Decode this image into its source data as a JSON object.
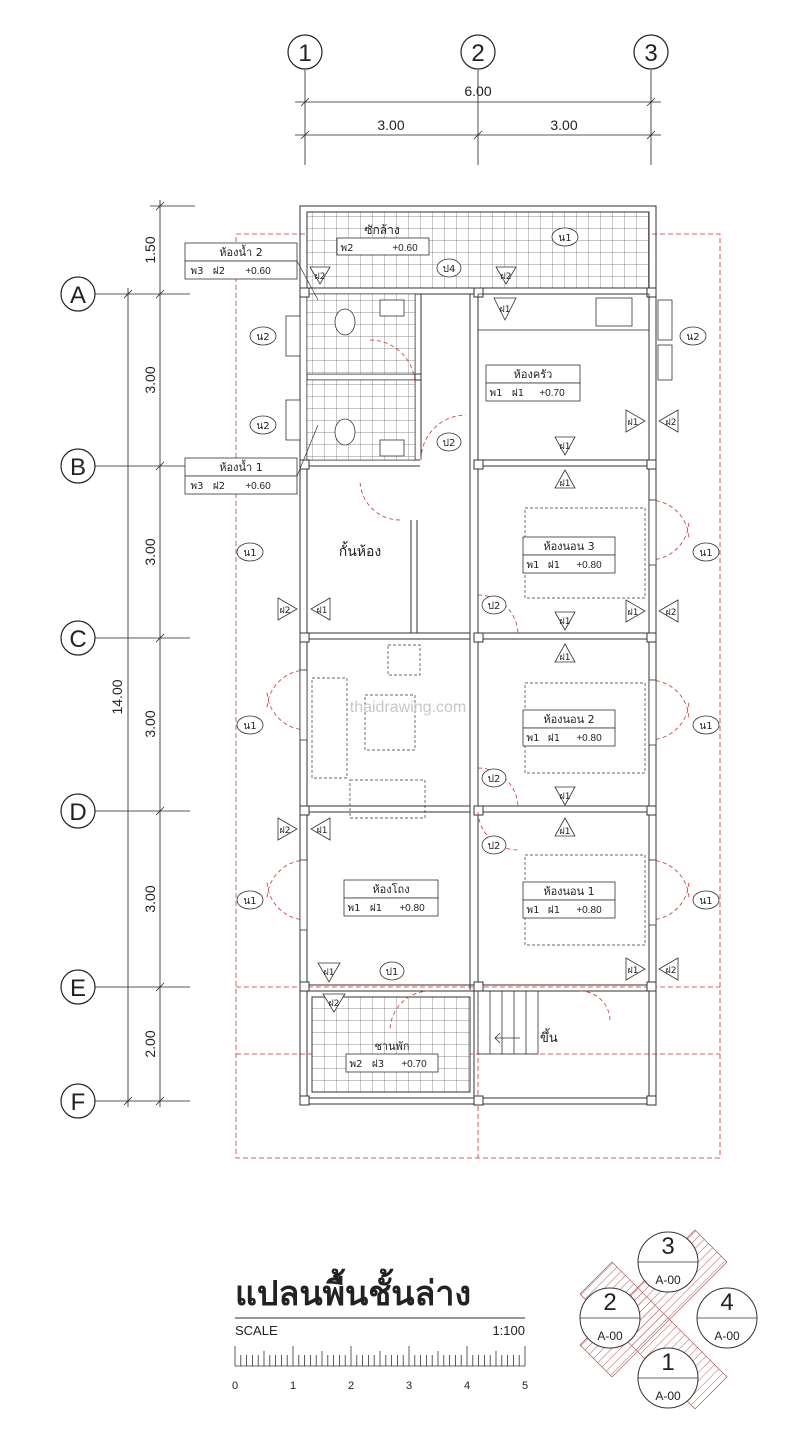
{
  "grid": {
    "columns": [
      "1",
      "2",
      "3"
    ],
    "rows": [
      "A",
      "B",
      "C",
      "D",
      "E",
      "F"
    ],
    "overall_width": "6.00",
    "bay_widths": [
      "3.00",
      "3.00"
    ],
    "overall_length": "14.00",
    "bay_lengths": [
      "1.50",
      "3.00",
      "3.00",
      "3.00",
      "3.00",
      "2.00"
    ]
  },
  "rooms": {
    "laundry": {
      "name": "ซักล้าง",
      "floor": "พ2",
      "level": "+0.60"
    },
    "bath2": {
      "name": "ห้องน้ำ 2",
      "floor": "พ3",
      "wall": "ฝ2",
      "level": "+0.60"
    },
    "bath1": {
      "name": "ห้องน้ำ 1",
      "floor": "พ3",
      "wall": "ฝ2",
      "level": "+0.60"
    },
    "kitchen": {
      "name": "ห้องครัว",
      "floor": "พ1",
      "wall": "ฝ1",
      "level": "+0.70"
    },
    "partition": {
      "name": "กั้นห้อง"
    },
    "bed3": {
      "name": "ห้องนอน 3",
      "floor": "พ1",
      "wall": "ฝ1",
      "level": "+0.80"
    },
    "bed2": {
      "name": "ห้องนอน 2",
      "floor": "พ1",
      "wall": "ฝ1",
      "level": "+0.80"
    },
    "bed1": {
      "name": "ห้องนอน 1",
      "floor": "พ1",
      "wall": "ฝ1",
      "level": "+0.80"
    },
    "living": {
      "name": "ห้องโถง",
      "floor": "พ1",
      "wall": "ฝ1",
      "level": "+0.80"
    },
    "porch": {
      "name": "ชานพัก",
      "floor": "พ2",
      "wall": "ฝ3",
      "level": "+0.70"
    }
  },
  "tags": {
    "n1": "น1",
    "n2": "น2",
    "p1": "ป1",
    "p2": "ป2",
    "p4": "ป4",
    "f1": "ฝ1",
    "f2": "ฝ2",
    "f3": "ฝ3"
  },
  "stair_label": "ขึ้น",
  "watermark": "thaidrawing.com",
  "drawing_title": "แปลนพื้นชั้นล่าง",
  "scale_label": "SCALE",
  "scale_ratio": "1:100",
  "scale_ticks": [
    "0",
    "1",
    "2",
    "3",
    "4",
    "5"
  ],
  "section_marks": [
    {
      "number": "3",
      "ref": "A-00"
    },
    {
      "number": "2",
      "ref": "A-00"
    },
    {
      "number": "4",
      "ref": "A-00"
    },
    {
      "number": "1",
      "ref": "A-00"
    }
  ]
}
